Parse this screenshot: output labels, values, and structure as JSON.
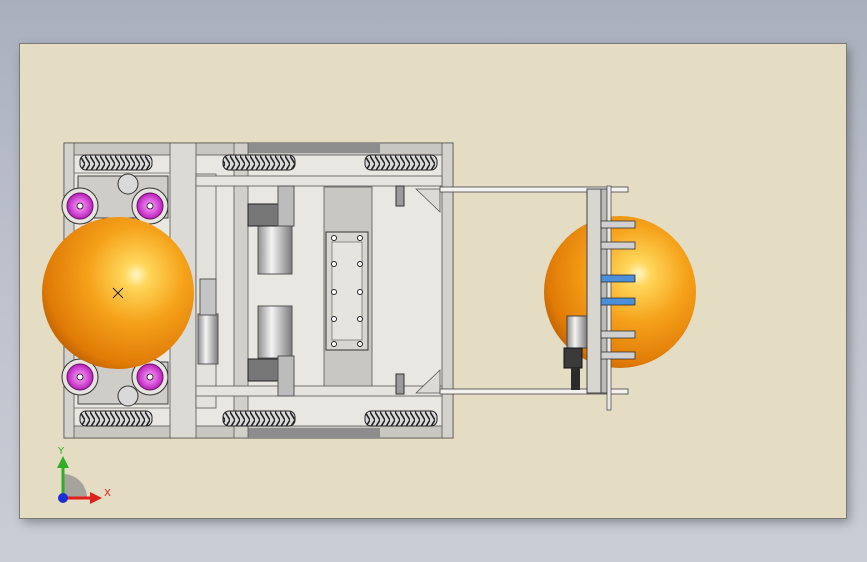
{
  "viewport": {
    "background": "#e4dcc3",
    "view": "top",
    "triad": {
      "x_label": "X",
      "y_label": "Y",
      "x_color": "#e0201c",
      "y_color": "#2fae2a",
      "z_color": "#1b2fd8"
    }
  },
  "model": {
    "ball_color": "#f29a10",
    "accent_color": "#d33ad3",
    "frame_color": "#c9c7c2",
    "link_color": "#4a8fd8"
  }
}
